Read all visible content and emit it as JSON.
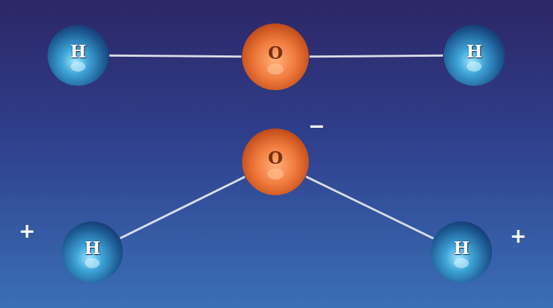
{
  "diagram": {
    "nodes": [
      {
        "text": [
          "H"
        ]
      },
      {
        "text": [
          "O"
        ]
      },
      {
        "text": [
          "H"
        ]
      },
      {
        "text": [
          "O"
        ]
      },
      {
        "text": [
          "H"
        ]
      },
      {
        "text": [
          "H"
        ]
      }
    ],
    "edges": [
      {
        "from": 0,
        "to": 1,
        "arrow": "none"
      },
      {
        "from": 1,
        "to": 2,
        "arrow": "none"
      },
      {
        "from": 3,
        "to": 4,
        "arrow": "none"
      },
      {
        "from": 3,
        "to": 5,
        "arrow": "none"
      }
    ],
    "labels": [
      "−",
      "+",
      "+"
    ]
  }
}
